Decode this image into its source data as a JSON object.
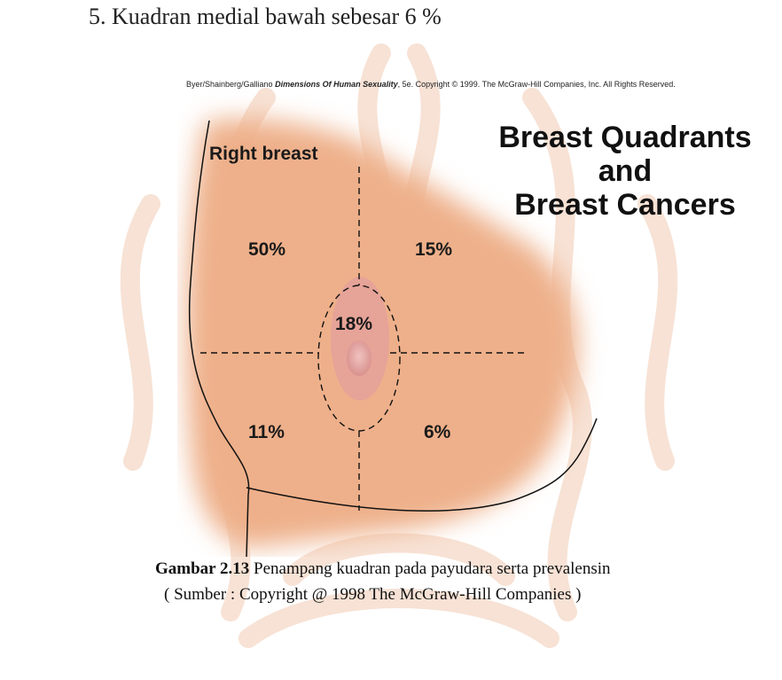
{
  "page": {
    "top_text": "5.   Kuadran medial bawah sebesar 6 %"
  },
  "figure": {
    "credit_authors": "Byer/Shainberg/Galliano",
    "credit_book": "Dimensions Of Human Sexuality",
    "credit_rest": ", 5e. Copyright © 1999. The McGraw-Hill Companies, Inc. All Rights Reserved.",
    "title_lines": [
      "Breast Quadrants",
      "and",
      "Breast Cancers"
    ],
    "side_label": "Right breast",
    "quadrants": {
      "upper_outer": "50%",
      "upper_inner": "15%",
      "central": "18%",
      "lower_outer": "11%",
      "lower_inner": "6%"
    }
  },
  "caption": {
    "label": "Gambar 2.13",
    "text": " Penampang kuadran pada payudara serta prevalensin",
    "source": "( Sumber : Copyright @ 1998 The McGraw-Hill Companies )"
  },
  "colors": {
    "watermark": "#e8a888",
    "skin": "#eeb08a",
    "areola": "#e4a19a",
    "nipple": "#d58a86"
  }
}
